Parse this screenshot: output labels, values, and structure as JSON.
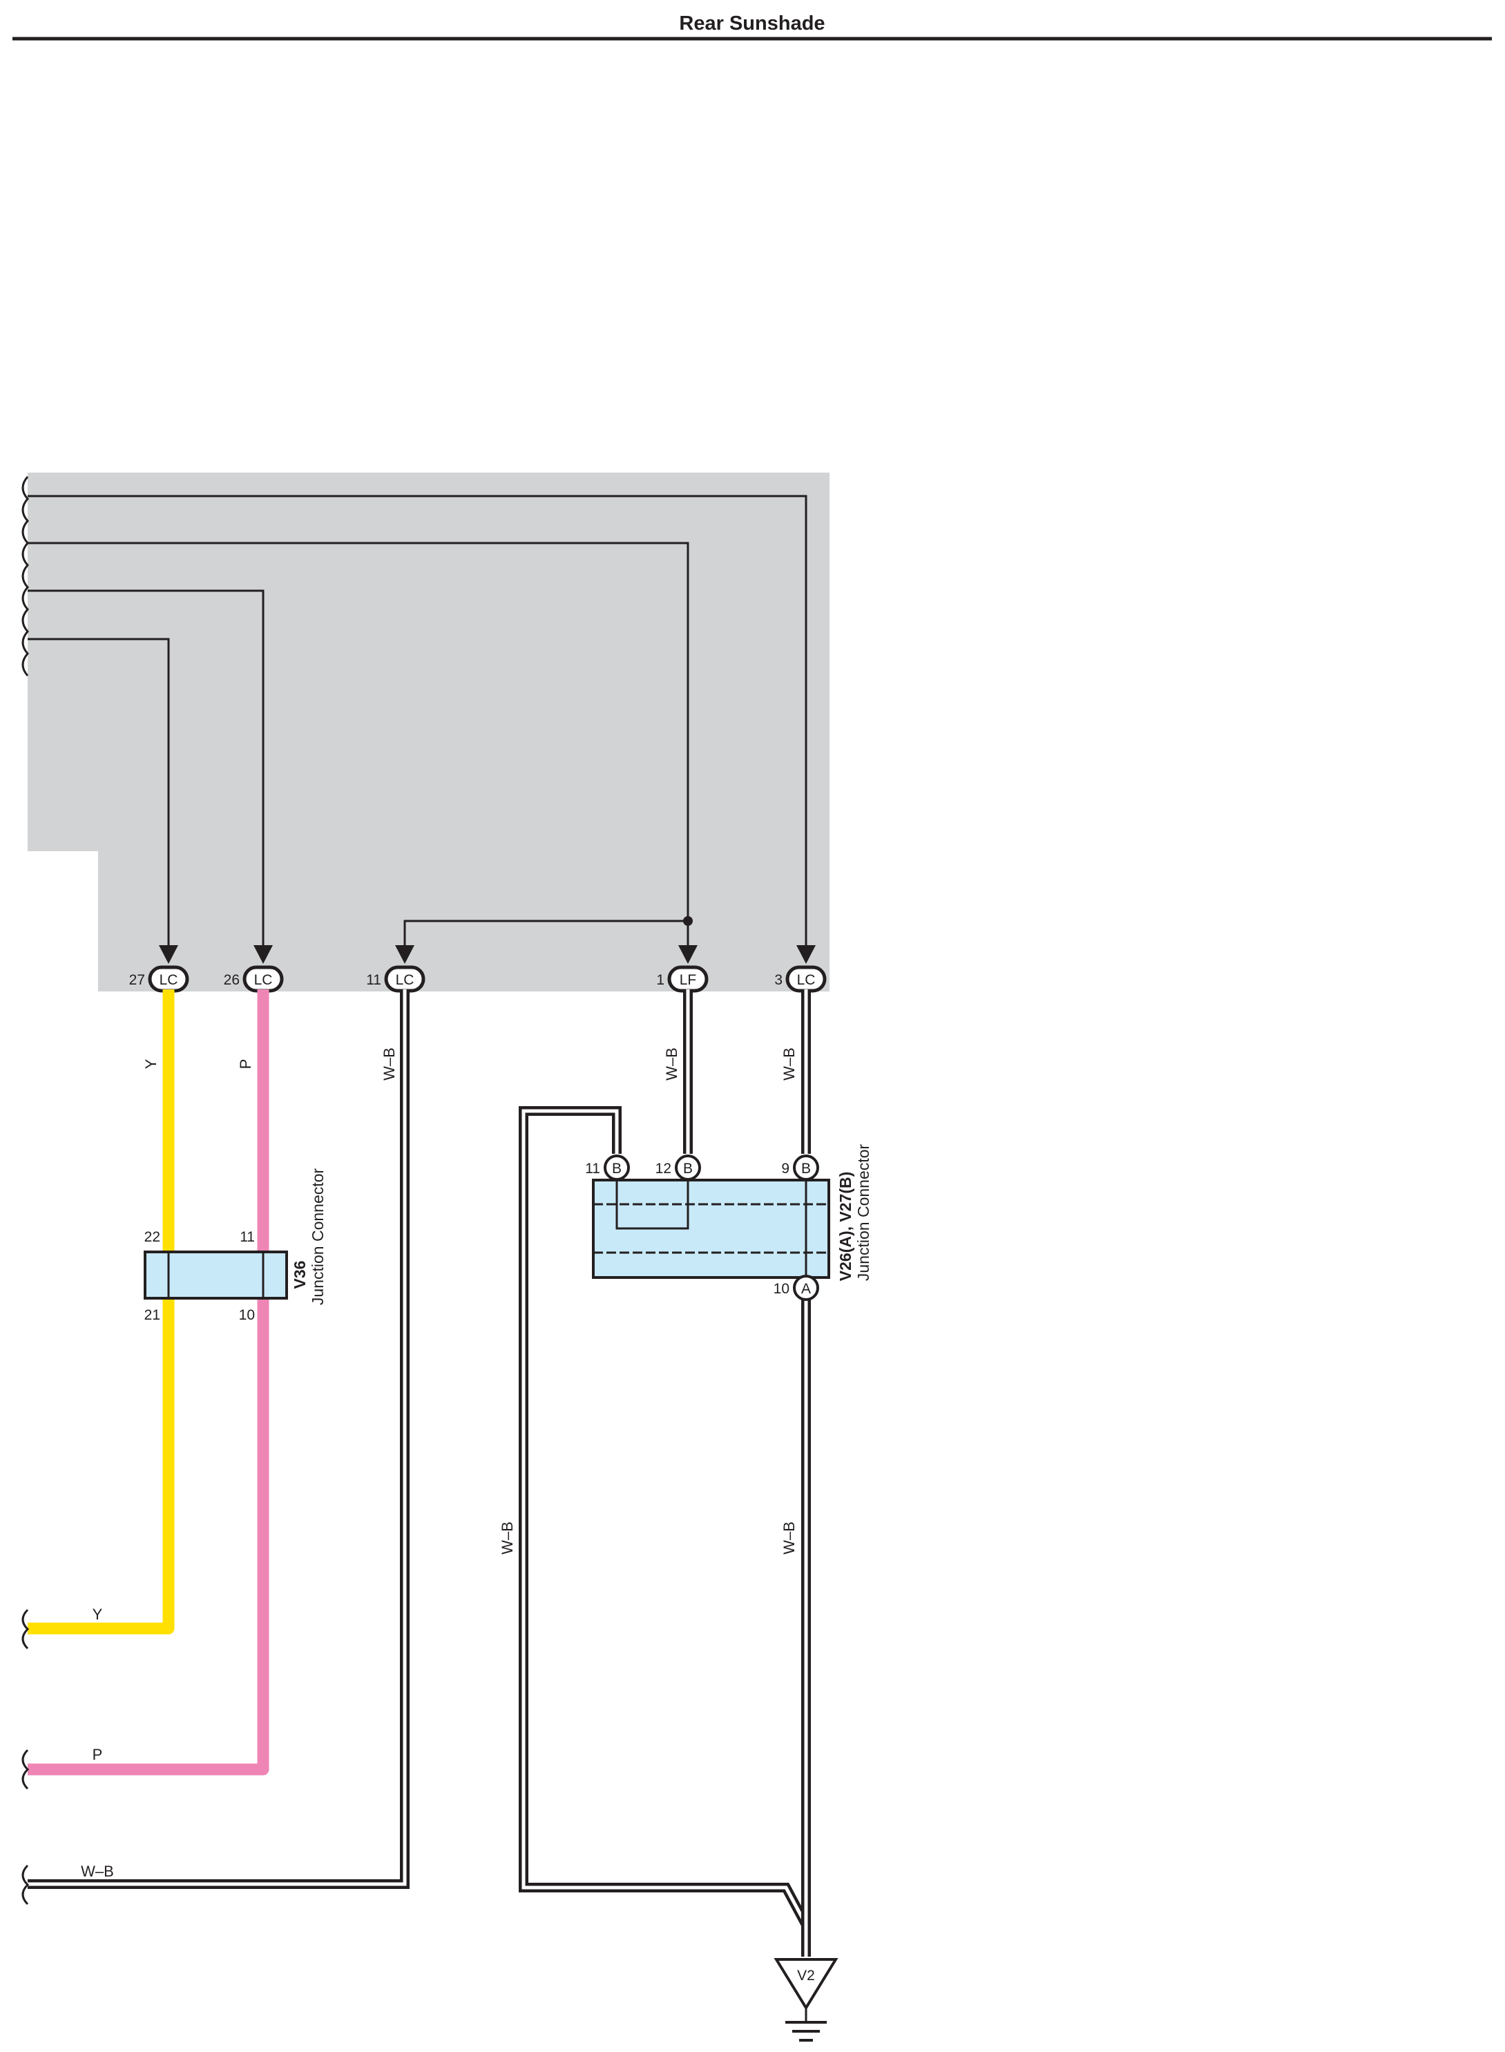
{
  "page": {
    "title": "Rear Sunshade"
  },
  "colors": {
    "ecu_fill": "#d1d3d4",
    "wire_black": "#231f20",
    "wire_yellow": "#ffe000",
    "wire_pink": "#ef85b5",
    "junction_fill": "#c8e9f8"
  },
  "top_terminals": [
    {
      "pin": "27",
      "code": "LC"
    },
    {
      "pin": "26",
      "code": "LC"
    },
    {
      "pin": "11",
      "code": "LC"
    },
    {
      "pin": "1",
      "code": "LF"
    },
    {
      "pin": "3",
      "code": "LC"
    }
  ],
  "wire_labels": {
    "y_vertical": "Y",
    "p_vertical": "P",
    "wb_lc11": "W–B",
    "wb_lf1": "W–B",
    "wb_lc3": "W–B",
    "wb_loop": "W–B",
    "wb_ground": "W–B",
    "y_exit": "Y",
    "p_exit": "P",
    "wb_exit": "W–B"
  },
  "v36": {
    "name": "V36",
    "desc": "Junction Connector",
    "pins": {
      "in_y": "22",
      "in_p": "11",
      "out_y": "21",
      "out_p": "10"
    }
  },
  "v26": {
    "name": "V26(A), V27(B)",
    "desc": "Junction Connector",
    "terminals": [
      {
        "pin": "11",
        "code": "B"
      },
      {
        "pin": "12",
        "code": "B"
      },
      {
        "pin": "9",
        "code": "B"
      },
      {
        "pin": "10",
        "code": "A"
      }
    ]
  },
  "ground": {
    "name": "V2"
  }
}
